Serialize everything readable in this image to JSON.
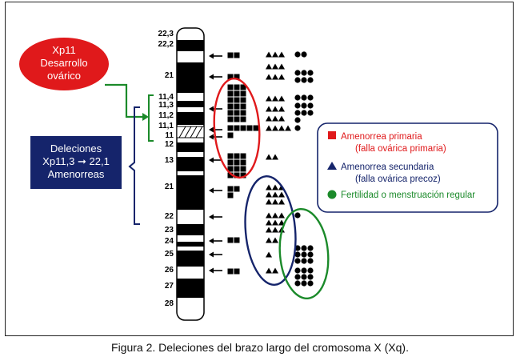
{
  "caption": "Figura 2. Deleciones del brazo largo del cromosoma X (Xq).",
  "xp11_label": [
    "Xp11",
    "Desarrollo",
    "ovárico"
  ],
  "deletions_label": [
    "Deleciones",
    "Xp11,3 ➞ 22,1",
    "Amenorreas"
  ],
  "bands": [
    "22,3",
    "22,2",
    "21",
    "11,4",
    "11,3",
    "11,2",
    "11,1",
    "11",
    "12",
    "13",
    "21",
    "22",
    "23",
    "24",
    "25",
    "26",
    "27",
    "28"
  ],
  "legend": {
    "primary": "Amenorrea primaria",
    "primary_sub": "(falla ovárica primaria)",
    "secondary": "Amenorrea secundaria",
    "secondary_sub": "(falla ovárica precoz)",
    "fertility": "Fertilidad o menstruación regular"
  },
  "colors": {
    "red": "#e0191b",
    "navy": "#15246b",
    "green": "#1b8a2a",
    "dark": "#000000"
  }
}
